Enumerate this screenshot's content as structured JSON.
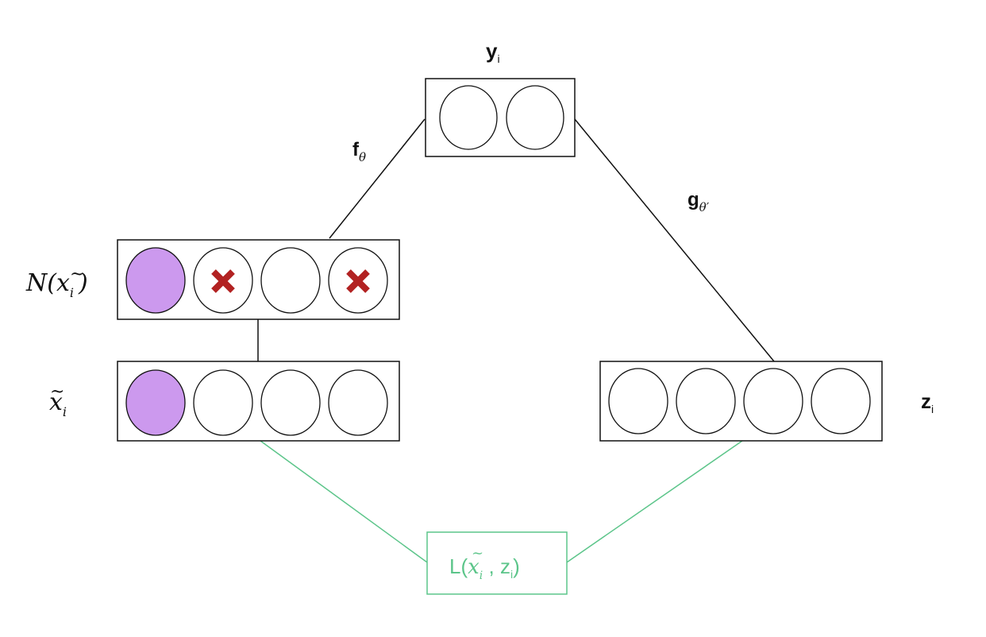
{
  "nodes": {
    "y": {
      "label": "y",
      "sub": "i",
      "units": 2,
      "filled": [],
      "crossed": []
    },
    "noisy": {
      "label_main": "N(",
      "label_x": "x",
      "label_sub": "i",
      "label_close": ")",
      "units": 4,
      "filled": [
        0
      ],
      "crossed": [
        1,
        3
      ]
    },
    "x_tilde": {
      "label_x": "x",
      "label_sub": "i",
      "units": 4,
      "filled": [
        0
      ],
      "crossed": []
    },
    "z": {
      "label": "z",
      "sub": "i",
      "units": 4,
      "filled": [],
      "crossed": []
    }
  },
  "edges": {
    "encoder": {
      "label": "f",
      "sub": "θ"
    },
    "decoder": {
      "label": "g",
      "sub": "θ′"
    }
  },
  "loss": {
    "prefix": "L(",
    "x": "x",
    "x_sub": "i",
    "sep": " , ",
    "z": "z",
    "z_sub": "i",
    "suffix": ")"
  },
  "colors": {
    "line": "#111111",
    "filled_unit": "#cc99ee",
    "cross": "#b22222",
    "loss": "#5cc58a"
  }
}
